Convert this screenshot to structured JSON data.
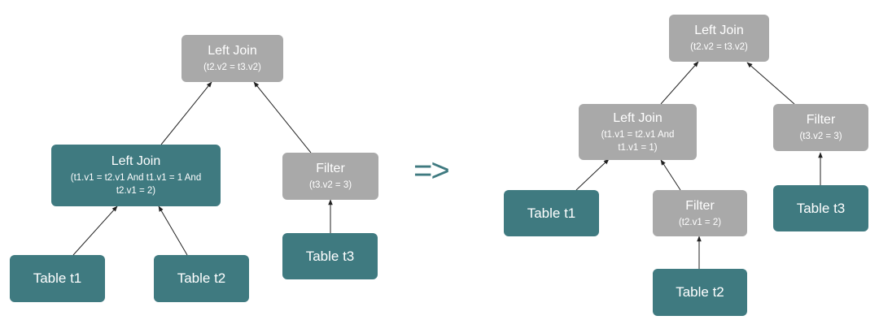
{
  "left_tree": {
    "root_join": {
      "title": "Left Join",
      "cond": "(t2.v2 = t3.v2)"
    },
    "inner_join": {
      "title": "Left Join",
      "cond_line1": "(t1.v1 = t2.v1 And t1.v1 = 1 And",
      "cond_line2": "t2.v1 = 2)"
    },
    "filter_t3": {
      "title": "Filter",
      "cond": "(t3.v2 = 3)"
    },
    "table_t1": {
      "title": "Table t1"
    },
    "table_t2": {
      "title": "Table t2"
    },
    "table_t3": {
      "title": "Table t3"
    }
  },
  "transform_symbol": "=>",
  "right_tree": {
    "root_join": {
      "title": "Left Join",
      "cond": "(t2.v2 = t3.v2)"
    },
    "inner_join": {
      "title": "Left Join",
      "cond_line1": "(t1.v1 = t2.v1 And",
      "cond_line2": "t1.v1 = 1)"
    },
    "filter_t3": {
      "title": "Filter",
      "cond": "(t3.v2 = 3)"
    },
    "filter_t2": {
      "title": "Filter",
      "cond": "(t2.v1 = 2)"
    },
    "table_t1": {
      "title": "Table t1"
    },
    "table_t2": {
      "title": "Table t2"
    },
    "table_t3": {
      "title": "Table t3"
    }
  },
  "colors": {
    "table_node": "#3f7a80",
    "operator_node": "#a9a9a9",
    "edge": "#222222"
  }
}
